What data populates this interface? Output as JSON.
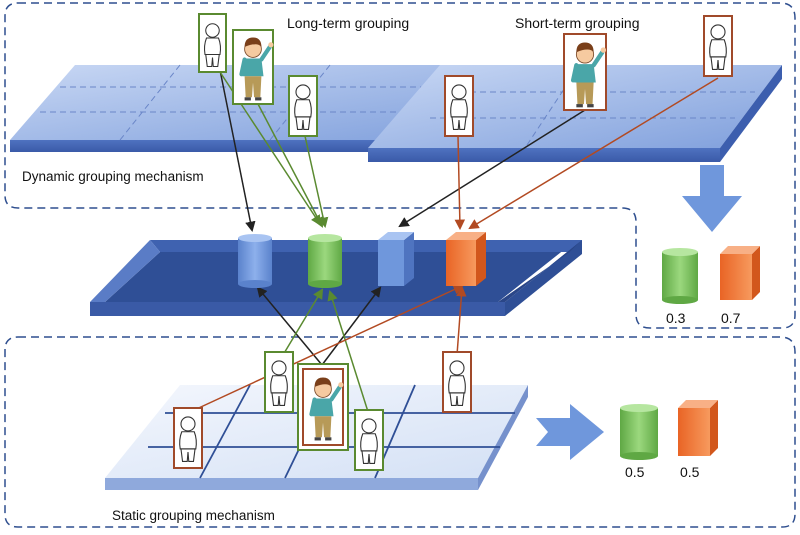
{
  "labels": {
    "long_term": "Long-term grouping",
    "short_term": "Short-term grouping",
    "dynamic": "Dynamic grouping mechanism",
    "static": "Static grouping mechanism"
  },
  "dynamic_weights": {
    "green": "0.3",
    "orange": "0.7"
  },
  "static_weights": {
    "green": "0.5",
    "orange": "0.5"
  },
  "colors": {
    "panel_blue": "#8aa8e0",
    "frame_dark": "#2c4a8e",
    "green_box": "#5a8a30",
    "red_box": "#a04a2a",
    "green_cyl": "#7ec460",
    "orange_cyl": "#f07a3a",
    "blue_cyl": "#6f97dc",
    "arrow_blue": "#6f97dc",
    "dashed": "#2f4f8f"
  },
  "icons": [
    "person-icon",
    "child-figure-icon",
    "cylinder-icon",
    "cube-icon",
    "arrow-icon"
  ]
}
